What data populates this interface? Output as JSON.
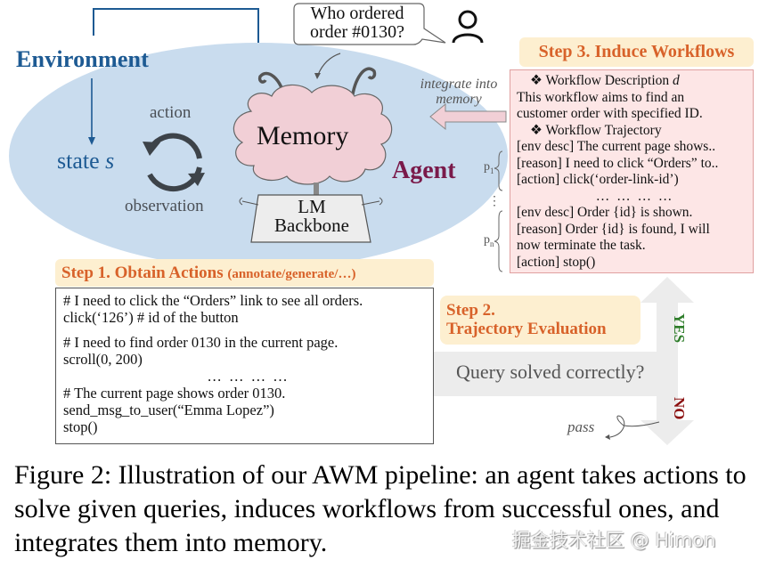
{
  "environment": {
    "title": "Environment",
    "state_label": "state",
    "state_symbol": "s",
    "action_label": "action",
    "observation_label": "observation"
  },
  "agent": {
    "title": "Agent",
    "memory_label": "Memory",
    "backbone_line1": "LM",
    "backbone_line2": "Backbone"
  },
  "query": {
    "line1": "Who ordered",
    "line2": "order #0130?",
    "user_icon": "person-icon"
  },
  "integrate": {
    "line1": "integrate into",
    "line2": "memory"
  },
  "step3": {
    "title": "Step 3. Induce Workflows",
    "bullet_icon": "❖",
    "desc_header": "Workflow Description",
    "desc_symbol": "d",
    "desc_lines": [
      "This workflow aims to find an",
      "customer order with specified ID."
    ],
    "traj_header": "Workflow Trajectory",
    "p1_label": "p",
    "p1_sub": "1",
    "p1_lines": [
      "[env desc] The current page shows..",
      "[reason] I need to click “Orders” to..",
      "[action] click(‘order-link-id’)"
    ],
    "ellipsis": "… … … …",
    "vdots": "⋮",
    "pn_label": "p",
    "pn_sub": "n",
    "pn_lines": [
      "[env desc] Order {id} is shown.",
      "[reason] Order {id} is found, I will",
      "now terminate the task.",
      "[action] stop()"
    ]
  },
  "step1": {
    "title": "Step 1. Obtain Actions",
    "subtitle": "(annotate/generate/…)",
    "block1": [
      "# I need to click the “Orders” link to see all orders.",
      "click(‘126’) # id of the button"
    ],
    "block2": [
      "# I need to find order 0130 in the current page.",
      "scroll(0, 200)"
    ],
    "ellipsis": "… … … …",
    "block3": [
      "# The current page shows order 0130.",
      "send_msg_to_user(“Emma Lopez”)",
      "stop()"
    ]
  },
  "step2": {
    "title_line1": "Step 2.",
    "title_line2": "Trajectory Evaluation",
    "question": "Query solved correctly?",
    "yes_label": "YES",
    "no_label": "NO",
    "pass_label": "pass"
  },
  "caption": {
    "text": "Figure 2: Illustration of our AWM pipeline: an agent takes actions to solve given queries, induces workflows from successful ones, and integrates them into memory."
  },
  "watermark": "掘金技术社区 @ Himon",
  "colors": {
    "environment_blue": "#1d5a93",
    "agent_ellipse": "#c9dcee",
    "agent_maroon": "#7a1a4a",
    "memory_pink": "#f1cfd6",
    "step_title_bg": "#fdefd0",
    "step_title_text": "#d8622a",
    "workflow_box_bg": "#fde6e6",
    "yes_green": "#2e7d2a",
    "no_red": "#8b1010"
  }
}
